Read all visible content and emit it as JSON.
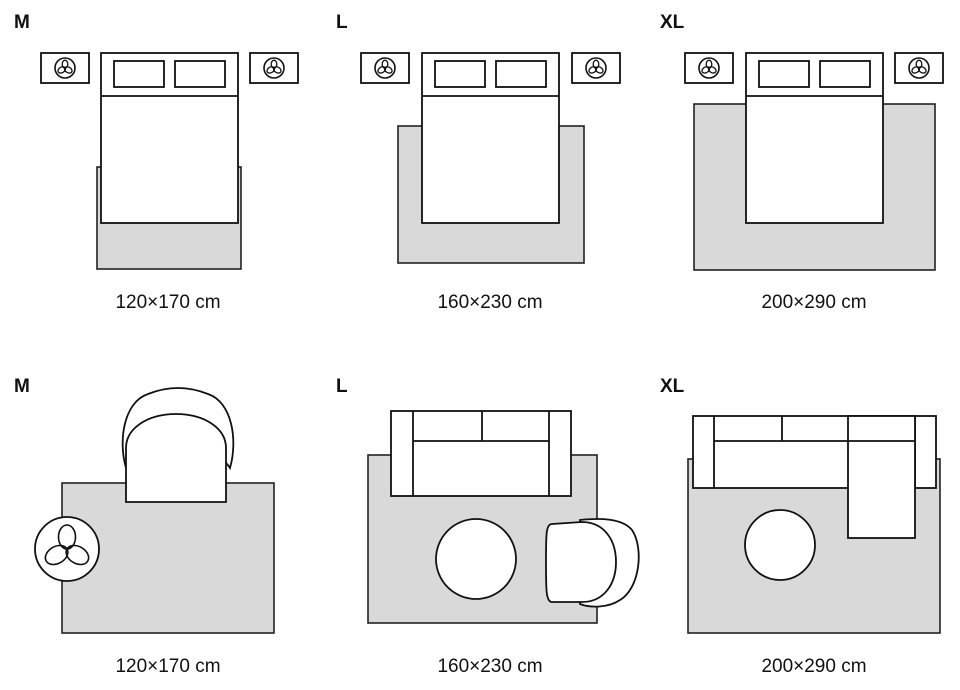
{
  "bedroom_row": {
    "panels": [
      {
        "size": "M",
        "dimensions": "120×170 cm"
      },
      {
        "size": "L",
        "dimensions": "160×230 cm"
      },
      {
        "size": "XL",
        "dimensions": "200×290 cm"
      }
    ]
  },
  "living_row": {
    "panels": [
      {
        "size": "M",
        "dimensions": "120×170 cm"
      },
      {
        "size": "L",
        "dimensions": "160×230 cm"
      },
      {
        "size": "XL",
        "dimensions": "200×290 cm"
      }
    ]
  },
  "icons": {
    "nightstand_lamp": "lamp-icon",
    "floor_lamp": "lamp-icon"
  },
  "colors": {
    "rug": "#d9d9d9",
    "furniture": "#ffffff",
    "outline": "#111111"
  }
}
